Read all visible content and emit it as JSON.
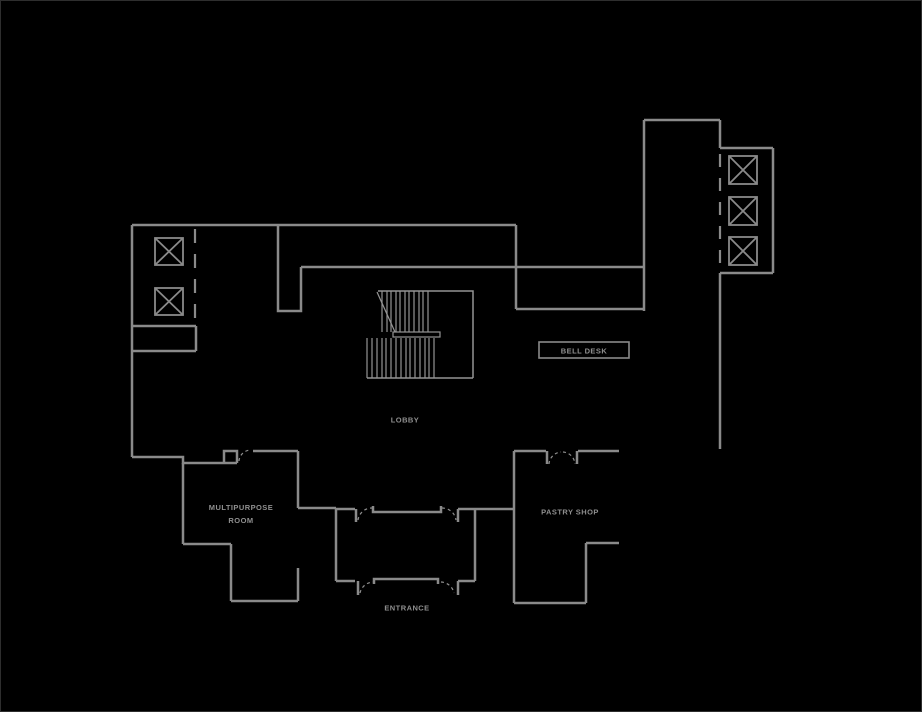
{
  "floor_plan": {
    "labels": {
      "bell_desk": "BELL DESK",
      "lobby": "LOBBY",
      "multipurpose_room_line1": "MULTIPURPOSE",
      "multipurpose_room_line2": "ROOM",
      "pastry_shop": "PASTRY SHOP",
      "entrance": "ENTRANCE"
    },
    "icons": {
      "elevator": "square-with-x",
      "staircase": "parallel-treads-with-break-line",
      "door_swing": "dashed-quarter-arc"
    },
    "elevators": {
      "left_bank_count": 2,
      "right_bank_count": 3
    },
    "colors": {
      "background": "#000000",
      "wall": "#8a8a8a",
      "stair_line": "#949494",
      "text": "#8f8f8f"
    }
  }
}
